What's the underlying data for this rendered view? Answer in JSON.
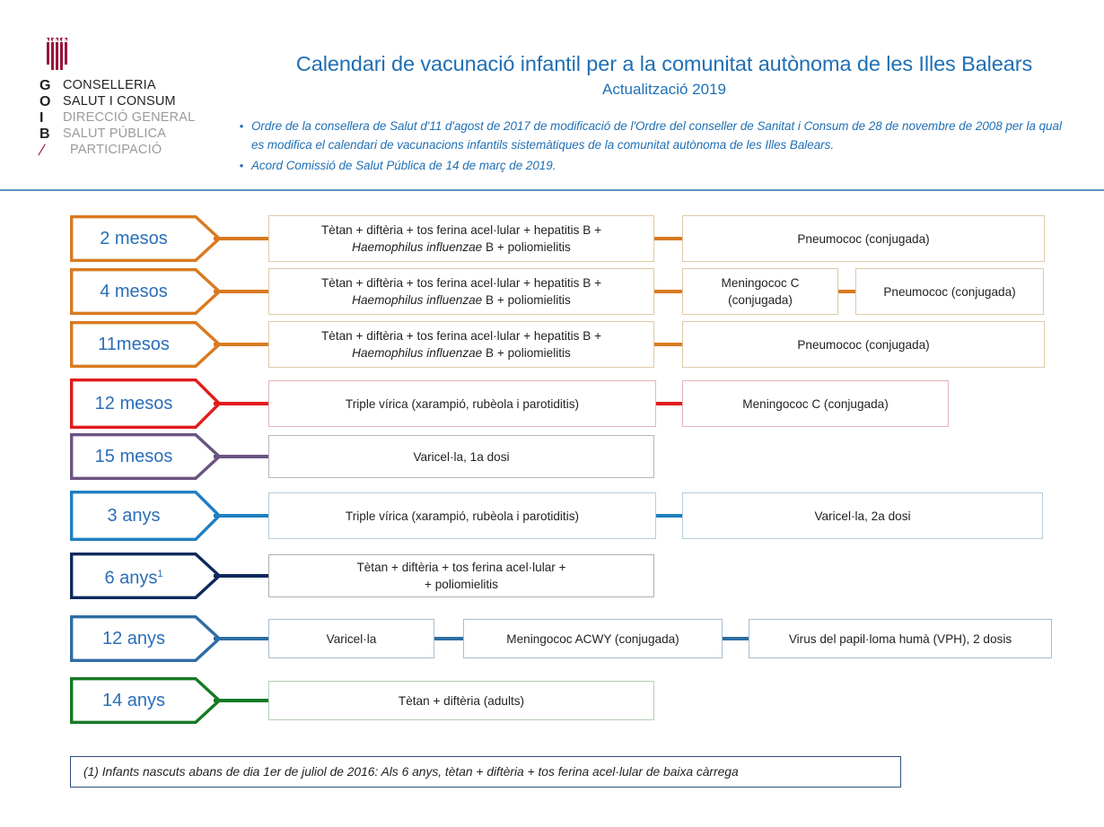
{
  "header": {
    "logo": {
      "crest_alt": "balearic-islands-crest",
      "letters": [
        "G",
        "O",
        "I",
        "B",
        "/"
      ],
      "lines": [
        {
          "text": "CONSELLERIA",
          "tone": "dark"
        },
        {
          "text": "SALUT I CONSUM",
          "tone": "dark"
        },
        {
          "text": "DIRECCIÓ GENERAL",
          "tone": "grey"
        },
        {
          "text": "SALUT PÚBLICA",
          "tone": "grey"
        },
        {
          "text": "PARTICIPACIÓ",
          "tone": "grey"
        }
      ]
    },
    "title": "Calendari de vacunació infantil per a la comunitat autònoma de les Illes Balears",
    "subtitle": "Actualització 2019",
    "bullets": [
      "Ordre de la consellera de Salut d'11 d'agost de 2017 de modificació de l'Ordre del conseller de Sanitat i Consum de 28 de novembre de 2008 per la qual es modifica el calendari de vacunacions infantils sistemàtiques de la comunitat autònoma de les Illes Balears.",
      "Acord Comissió de Salut Pública de 14 de març de 2019."
    ]
  },
  "colors": {
    "title_blue": "#1f6fb4",
    "label_blue": "#2a6eb8",
    "orange": "#d97a21",
    "red": "#e21b1b",
    "purple": "#6a5481",
    "blue_mid": "#1f7fc0",
    "navy": "#0d2a5c",
    "steel": "#2e6da4",
    "green": "#157a24",
    "rule": "#5b8fc0",
    "box_grey": "#c8c8c8"
  },
  "rows": [
    {
      "age": "2 mesos",
      "footnote_mark": "",
      "accent": "#d97a21",
      "box_border": "#e0c9a6",
      "boxes": [
        {
          "html": "Tètan + diftèria + tos ferina acel·lular + hepatitis B +<br><i>Haemophilus influenzae</i> B + poliomielitis",
          "plain": "Tètan + diftèria + tos ferina acel·lular + hepatitis B + Haemophilus influenzae B + poliomielitis"
        },
        {
          "html": "Pneumococ (conjugada)",
          "plain": "Pneumococ (conjugada)"
        }
      ]
    },
    {
      "age": "4 mesos",
      "footnote_mark": "",
      "accent": "#d97a21",
      "box_border": "#e0c9a6",
      "boxes": [
        {
          "html": "Tètan + diftèria + tos ferina acel·lular + hepatitis B +<br><i>Haemophilus influenzae</i> B + poliomielitis",
          "plain": "Tètan + diftèria + tos ferina acel·lular + hepatitis B + Haemophilus influenzae B + poliomielitis"
        },
        {
          "html": "Meningococ C<br>(conjugada)",
          "plain": "Meningococ C (conjugada)"
        },
        {
          "html": "Pneumococ (conjugada)",
          "plain": "Pneumococ (conjugada)"
        }
      ]
    },
    {
      "age": "11mesos",
      "footnote_mark": "",
      "accent": "#d97a21",
      "box_border": "#e0c9a6",
      "boxes": [
        {
          "html": "Tètan + diftèria + tos ferina acel·lular + hepatitis B +<br><i>Haemophilus influenzae</i> B + poliomielitis",
          "plain": "Tètan + diftèria + tos ferina acel·lular + hepatitis B + Haemophilus influenzae B + poliomielitis"
        },
        {
          "html": "Pneumococ (conjugada)",
          "plain": "Pneumococ (conjugada)"
        }
      ]
    },
    {
      "age": "12 mesos",
      "footnote_mark": "",
      "accent": "#e21b1b",
      "box_border": "#e3b5b5",
      "boxes": [
        {
          "html": "Triple vírica (xarampió, rubèola i parotiditis)",
          "plain": "Triple vírica (xarampió, rubèola i parotiditis)"
        },
        {
          "html": "Meningococ C (conjugada)",
          "plain": "Meningococ C (conjugada)"
        }
      ]
    },
    {
      "age": "15 mesos",
      "footnote_mark": "",
      "accent": "#6a5481",
      "box_border": "#b9b3bf",
      "boxes": [
        {
          "html": "Varicel·la, 1a dosi",
          "plain": "Varicel·la, 1a dosi"
        }
      ]
    },
    {
      "age": "3 anys",
      "footnote_mark": "",
      "accent": "#1f7fc0",
      "box_border": "#b4cede",
      "boxes": [
        {
          "html": "Triple vírica (xarampió, rubèola i parotiditis)",
          "plain": "Triple vírica (xarampió, rubèola i parotiditis)"
        },
        {
          "html": "Varicel·la, 2a dosi",
          "plain": "Varicel·la, 2a dosi"
        }
      ]
    },
    {
      "age": "6 anys",
      "footnote_mark": "1",
      "accent": "#0d2a5c",
      "box_border": "#b0b0b0",
      "boxes": [
        {
          "html": "Tètan + diftèria + tos ferina acel·lular +<br>+ poliomielitis",
          "plain": "Tètan + diftèria + tos ferina acel·lular + + poliomielitis"
        }
      ]
    },
    {
      "age": "12 anys",
      "footnote_mark": "",
      "accent": "#2e6da4",
      "box_border": "#a9bdd0",
      "boxes": [
        {
          "html": "Varicel·la",
          "plain": "Varicel·la"
        },
        {
          "html": "Meningococ ACWY (conjugada)",
          "plain": "Meningococ ACWY (conjugada)"
        },
        {
          "html": "Virus del papil·loma humà (VPH), 2 dosis",
          "plain": "Virus del papil·loma humà (VPH), 2 dosis"
        }
      ]
    },
    {
      "age": "14 anys",
      "footnote_mark": "",
      "accent": "#157a24",
      "box_border": "#b6ceb6",
      "boxes": [
        {
          "html": "Tètan + diftèria (adults)",
          "plain": "Tètan + diftèria (adults)"
        }
      ]
    }
  ],
  "footnote": "(1) Infants nascuts abans de dia 1er de juliol de 2016: Als 6 anys, tètan + diftèria + tos ferina acel·lular de baixa càrrega"
}
